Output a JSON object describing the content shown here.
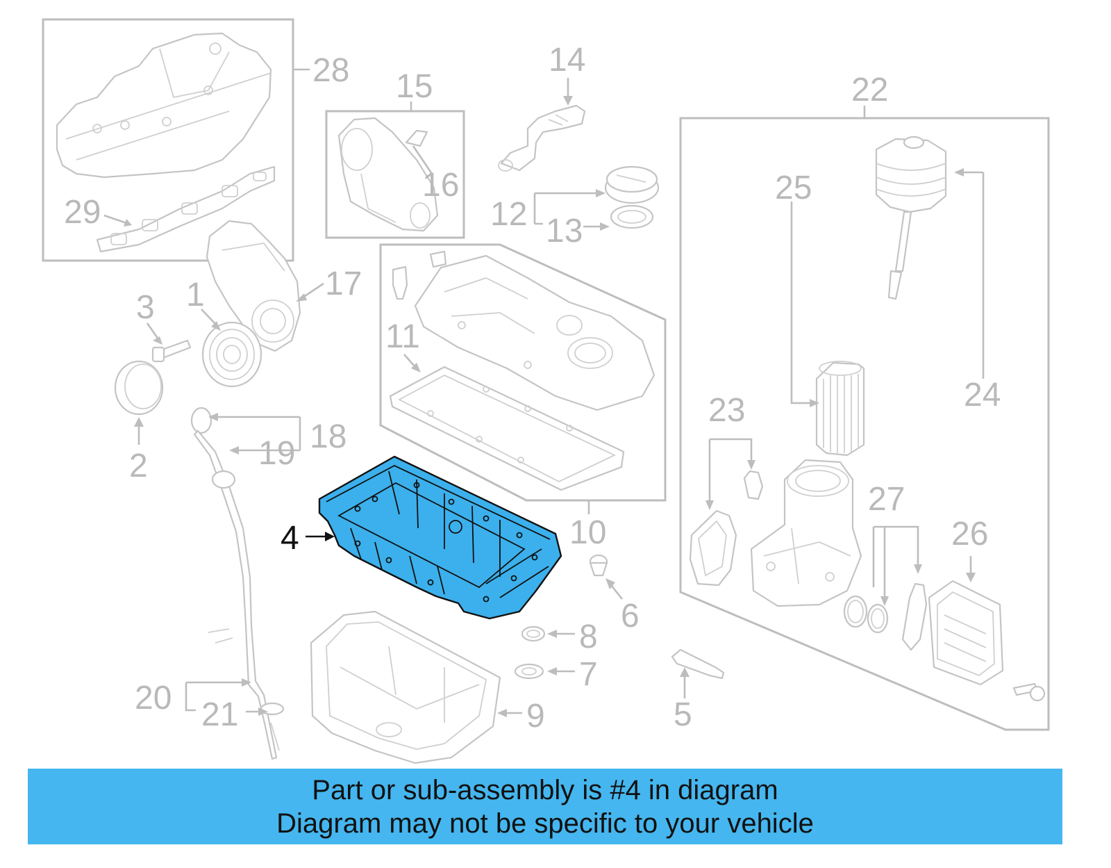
{
  "diagram": {
    "highlighted_callout": "4",
    "colors": {
      "highlight": "#3bb0ec",
      "banner": "#45b6ef",
      "parts": "#c4c4c4",
      "callouts": "#b9b9b9"
    },
    "callouts": {
      "c1": "1",
      "c2": "2",
      "c3": "3",
      "c4": "4",
      "c5": "5",
      "c6": "6",
      "c7": "7",
      "c8": "8",
      "c9": "9",
      "c10": "10",
      "c11": "11",
      "c12": "12",
      "c13": "13",
      "c14": "14",
      "c15": "15",
      "c16": "16",
      "c17": "17",
      "c18": "18",
      "c19": "19",
      "c20": "20",
      "c21": "21",
      "c22": "22",
      "c23": "23",
      "c24": "24",
      "c25": "25",
      "c26": "26",
      "c27": "27",
      "c28": "28",
      "c29": "29"
    }
  },
  "banner": {
    "line1": "Part or sub-assembly is #4 in diagram",
    "line2": "Diagram may not be specific to your vehicle"
  }
}
